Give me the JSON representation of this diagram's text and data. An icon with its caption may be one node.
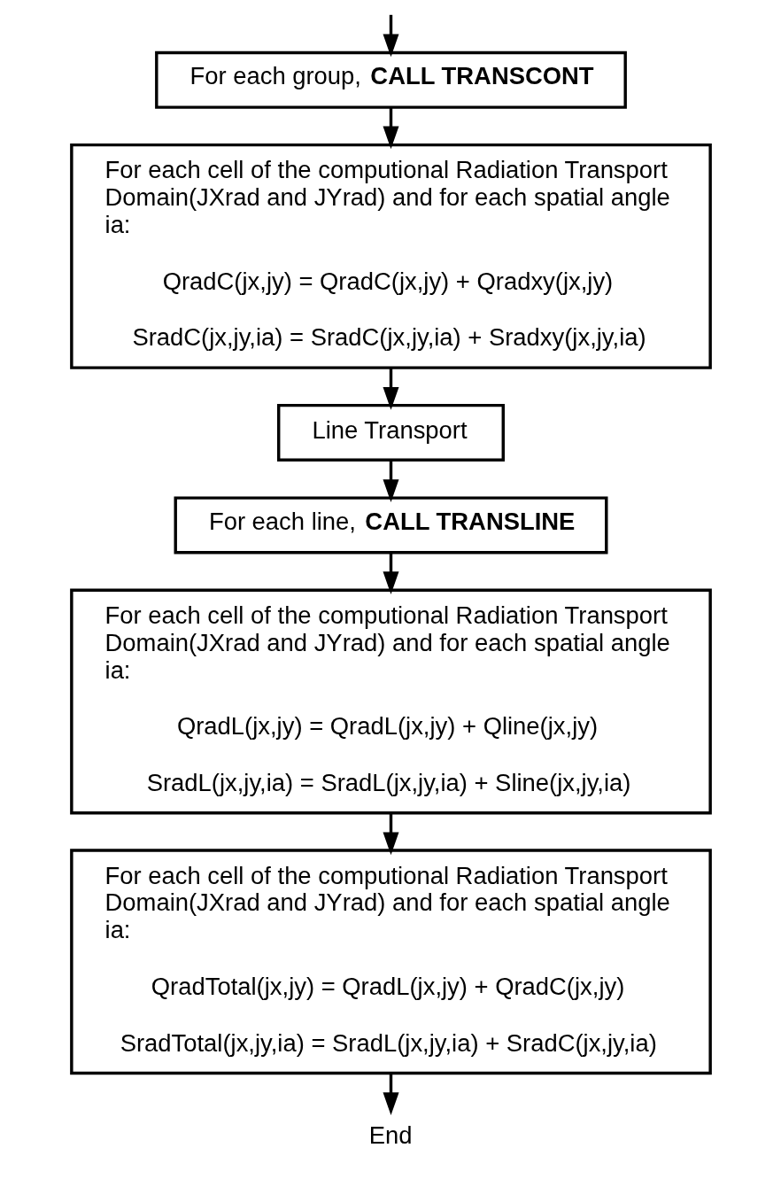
{
  "diagram": {
    "nodes": [
      {
        "text": [
          "For each group, **CALL TRANSCONT**"
        ]
      },
      {
        "text": [
          "For each cell of the computional Radiation Transport Domain(JXrad and JYrad) and for each spatial angle ia:",
          "QradC(jx,jy) = QradC(jx,jy) + Qradxy(jx,jy)",
          "SradC(jx,jy,ia) = SradC(jx,jy,ia) + Sradxy(jx,jy,ia)"
        ]
      },
      {
        "text": [
          "Line Transport"
        ]
      },
      {
        "text": [
          "For each line, **CALL TRANSLINE**"
        ]
      },
      {
        "text": [
          "For each cell of the computional Radiation Transport Domain(JXrad and JYrad) and for each spatial angle ia:",
          "QradL(jx,jy) = QradL(jx,jy) + Qline(jx,jy)",
          "SradL(jx,jy,ia) = SradL(jx,jy,ia) + Sline(jx,jy,ia)"
        ]
      },
      {
        "text": [
          "For each cell of the computional Radiation Transport Domain(JXrad and JYrad) and for each spatial angle ia:",
          "QradTotal(jx,jy) = QradL(jx,jy) + QradC(jx,jy)",
          "SradTotal(jx,jy,ia) = SradL(jx,jy,ia) + SradC(jx,jy,ia)"
        ]
      },
      {
        "text": [
          "End"
        ]
      }
    ],
    "edges": [
      {
        "from": null,
        "to": 0,
        "arrow": "to"
      },
      {
        "from": 0,
        "to": 1,
        "arrow": "to"
      },
      {
        "from": 1,
        "to": 2,
        "arrow": "to"
      },
      {
        "from": 2,
        "to": 3,
        "arrow": "to"
      },
      {
        "from": 3,
        "to": 4,
        "arrow": "to"
      },
      {
        "from": 4,
        "to": 5,
        "arrow": "to"
      },
      {
        "from": 5,
        "to": 6,
        "arrow": "to"
      }
    ]
  }
}
